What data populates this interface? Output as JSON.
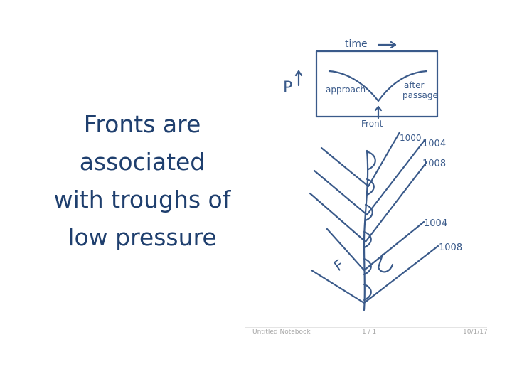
{
  "slide": {
    "title_lines": [
      "Fronts are",
      "associated",
      "with troughs of",
      "low pressure"
    ]
  },
  "sketch": {
    "time_label": "time",
    "p_label": "P",
    "approach_label": "approach",
    "after_label": "after",
    "passage_label": "passage",
    "front_label": "Front",
    "isobar_labels": [
      "1000",
      "1004",
      "1008",
      "1004",
      "1008"
    ],
    "f_label": "F"
  },
  "footer": {
    "notebook": "Untitled Notebook",
    "page": "1 / 1",
    "date": "10/1/17"
  },
  "colors": {
    "title": "#1f3f6e",
    "ink": "#3a5a8a",
    "footer_text": "#a8a8a8"
  }
}
